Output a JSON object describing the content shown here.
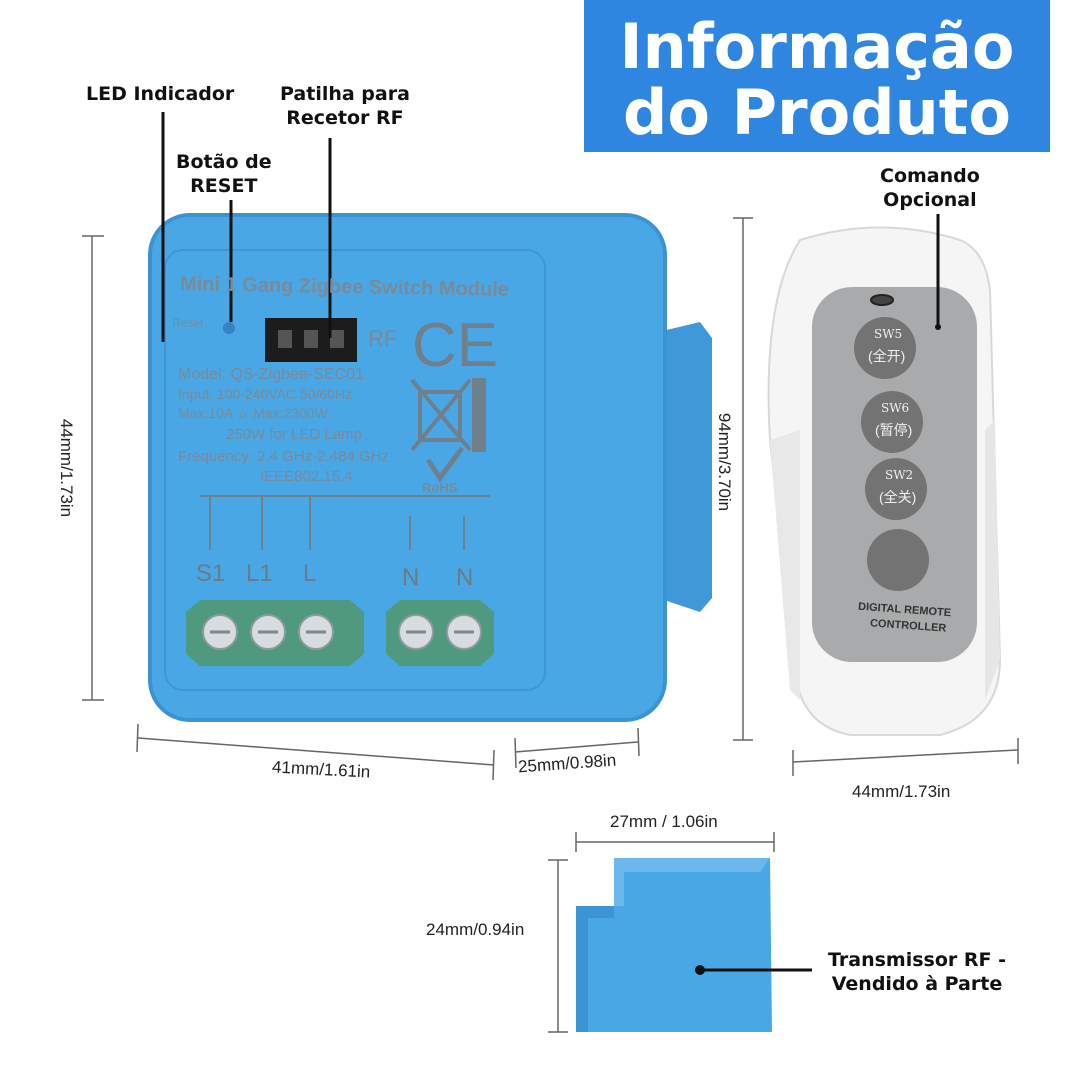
{
  "banner": {
    "line1": "Informação",
    "line2": "do Produto",
    "color": "#2f86e0"
  },
  "labels": {
    "led": "LED Indicador",
    "patilha_1": "Patilha para",
    "patilha_2": "Recetor RF",
    "reset_1": "Botão de",
    "reset_2": "RESET",
    "comando_1": "Comando",
    "comando_2": "Opcional",
    "transmissor_1": "Transmissor RF -",
    "transmissor_2": "Vendido à Parte"
  },
  "dimensions": {
    "module_height": "44mm/1.73in",
    "module_width": "41mm/1.61in",
    "module_depth": "25mm/0.98in",
    "remote_height": "94mm/3.70in",
    "remote_width": "44mm/1.73in",
    "transmitter_width": "27mm / 1.06in",
    "transmitter_height": "24mm/0.94in"
  },
  "module": {
    "title": "Mini 1 Gang Zigbee Switch Module",
    "reset": "Reset",
    "rf": "RF",
    "model": "Model: QS-Zigbee-SEC01",
    "input": "Input: 100-240VAC 50/60Hz",
    "max": "Max:10A ☼ Max:2300W",
    "led_lamp": "250W for LED Lamp",
    "frequency": "Frequency: 2.4 GHz-2.484 GHz",
    "standard": "IEEE802.15.4",
    "rohs": "RoHS",
    "terminals": [
      "S1",
      "L1",
      "L",
      "N",
      "N"
    ],
    "color": "#4aa7e6"
  },
  "remote": {
    "buttons": [
      {
        "top": "SW5",
        "bottom": "(全开)"
      },
      {
        "top": "SW6",
        "bottom": "(暂停)"
      },
      {
        "top": "SW2",
        "bottom": "(全关)"
      },
      {
        "top": "",
        "bottom": ""
      }
    ],
    "brand_1": "DIGITAL REMOTE",
    "brand_2": "CONTROLLER"
  }
}
